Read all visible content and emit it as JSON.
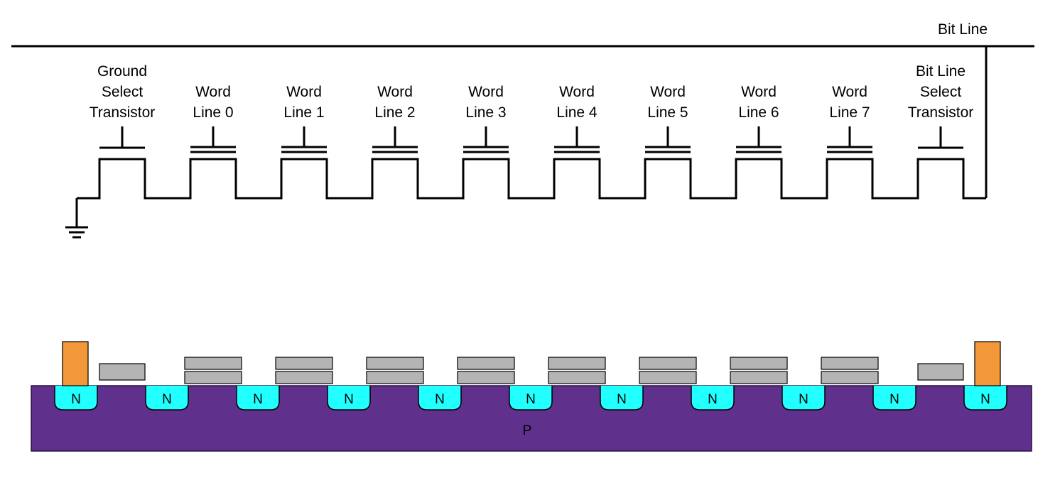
{
  "bit_line_label": "Bit Line",
  "gates": [
    {
      "lines": [
        "Ground",
        "Select",
        "Transistor"
      ],
      "kind": "select"
    },
    {
      "lines": [
        "Word",
        "Line 0"
      ],
      "kind": "cell"
    },
    {
      "lines": [
        "Word",
        "Line 1"
      ],
      "kind": "cell"
    },
    {
      "lines": [
        "Word",
        "Line 2"
      ],
      "kind": "cell"
    },
    {
      "lines": [
        "Word",
        "Line 3"
      ],
      "kind": "cell"
    },
    {
      "lines": [
        "Word",
        "Line 4"
      ],
      "kind": "cell"
    },
    {
      "lines": [
        "Word",
        "Line 5"
      ],
      "kind": "cell"
    },
    {
      "lines": [
        "Word",
        "Line 6"
      ],
      "kind": "cell"
    },
    {
      "lines": [
        "Word",
        "Line 7"
      ],
      "kind": "cell"
    },
    {
      "lines": [
        "Bit Line",
        "Select",
        "Transistor"
      ],
      "kind": "select"
    }
  ],
  "n_region_label": "N",
  "n_region_count": 11,
  "substrate_label": "P",
  "colors": {
    "wire": "#000000",
    "substrate": "#5f318c",
    "n_well": "#22ffff",
    "gate": "#b4b4b4",
    "contact": "#f39839"
  }
}
